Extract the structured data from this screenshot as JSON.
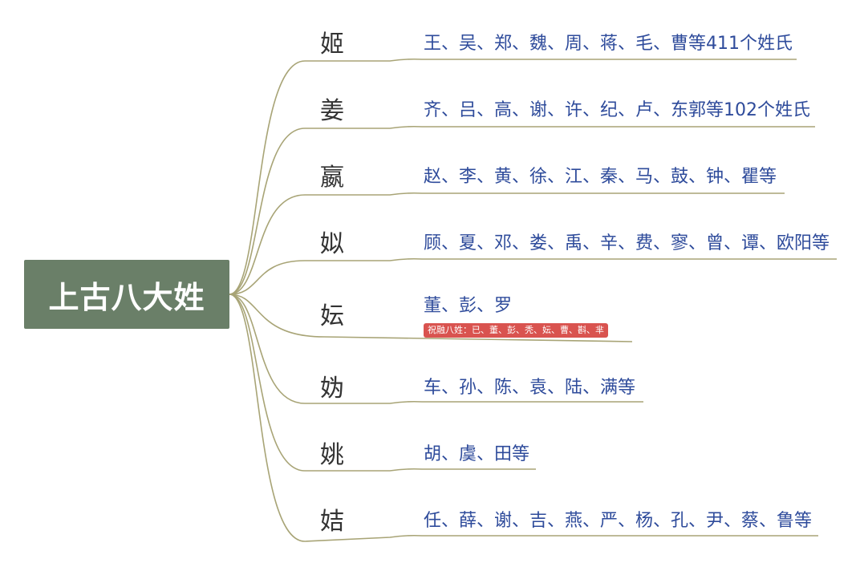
{
  "root": {
    "label": "上古八大姓"
  },
  "branches": [
    {
      "surname": "姬",
      "details": "王、吴、郑、魏、周、蒋、毛、曹等411个姓氏"
    },
    {
      "surname": "姜",
      "details": "齐、吕、高、谢、许、纪、卢、东郭等102个姓氏"
    },
    {
      "surname": "嬴",
      "details": "赵、李、黄、徐、江、秦、马、鼓、钟、瞿等"
    },
    {
      "surname": "姒",
      "details": "顾、夏、邓、娄、禹、辛、费、寥、曾、谭、欧阳等"
    },
    {
      "surname": "妘",
      "details": "董、彭、罗",
      "note": "祝融八姓：已、董、彭、秃、妘、曹、斟、芈"
    },
    {
      "surname": "妫",
      "details": "车、孙、陈、袁、陆、满等"
    },
    {
      "surname": "姚",
      "details": "胡、虞、田等"
    },
    {
      "surname": "姞",
      "details": "任、薛、谢、吉、燕、严、杨、孔、尹、蔡、鲁等"
    }
  ],
  "colors": {
    "root_bg": "#6a7f68",
    "connector": "#a8a476",
    "detail_text": "#2e4b9b",
    "note_bg": "#d9534f"
  }
}
